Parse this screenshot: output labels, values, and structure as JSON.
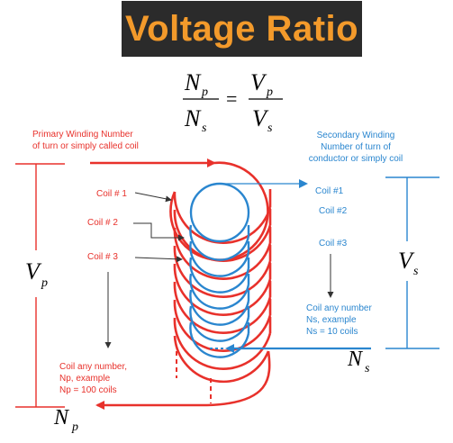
{
  "title": "Voltage Ratio",
  "formula": {
    "lhs_num": "N",
    "lhs_num_sub": "p",
    "lhs_den": "N",
    "lhs_den_sub": "s",
    "equals": "=",
    "rhs_num": "V",
    "rhs_num_sub": "p",
    "rhs_den": "V",
    "rhs_den_sub": "s"
  },
  "primary": {
    "desc_line1": "Primary Winding Number",
    "desc_line2": "of turn or simply called coil",
    "coils": [
      "Coil # 1",
      "Coil # 2",
      "Coil # 3"
    ],
    "any_line1": "Coil any number,",
    "any_line2": "Np, example",
    "any_line3": "Np = 100 coils",
    "v_symbol": "V",
    "v_sub": "p",
    "n_symbol": "N",
    "n_sub": "p"
  },
  "secondary": {
    "desc_line1": "Secondary Winding",
    "desc_line2": "Number of turn of",
    "desc_line3": "conductor or simply coil",
    "coils": [
      "Coil #1",
      "Coil #2",
      "Coil #3"
    ],
    "any_line1": "Coil any number",
    "any_line2": "Ns, example",
    "any_line3": "Ns = 10 coils",
    "v_symbol": "V",
    "v_sub": "s",
    "n_symbol": "N",
    "n_sub": "s"
  },
  "colors": {
    "primary": "#e8312b",
    "secondary": "#2a86cf",
    "banner": "#2b2b2b",
    "title": "#f39a2b"
  }
}
